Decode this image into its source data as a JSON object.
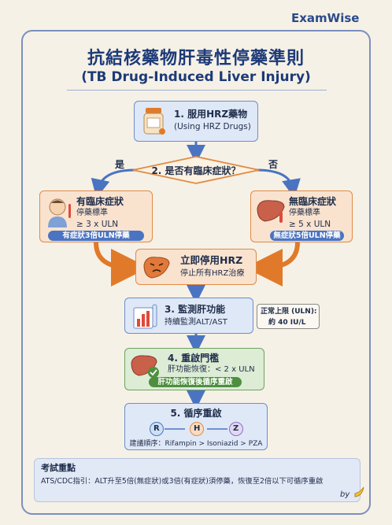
{
  "brand": "ExamWise",
  "title": {
    "zh": "抗結核藥物肝毒性停藥準則",
    "en": "(TB Drug-Induced Liver Injury)"
  },
  "step1": {
    "title": "1. 服用HRZ藥物",
    "subtitle": "(Using HRZ Drugs)"
  },
  "decision": {
    "label": "2. 是否有臨床症狀？",
    "yes": "是",
    "no": "否"
  },
  "symptomatic": {
    "title": "有臨床症狀",
    "line1": "停藥標準",
    "line2": "≥ 3 x ULN",
    "pill": "有症狀3倍ULN停藥"
  },
  "asymptomatic": {
    "title": "無臨床症狀",
    "line1": "停藥標準",
    "line2": "≥ 5 x ULN",
    "pill": "無症狀5倍ULN停藥"
  },
  "stop": {
    "title": "立即停用HRZ",
    "subtitle": "停止所有HRZ治療"
  },
  "step3": {
    "title": "3. 監測肝功能",
    "subtitle": "持續監測ALT/AST",
    "uln_line1": "正常上限 (ULN):",
    "uln_line2": "約 40 IU/L"
  },
  "step4": {
    "title": "4. 重啟門檻",
    "subtitle": "肝功能恢復：< 2 x ULN",
    "pill": "肝功能恢復後循序重啟"
  },
  "step5": {
    "title": "5. 循序重啟",
    "drugs": [
      "R",
      "H",
      "Z"
    ],
    "order": "建議順序：Rifampin > Isoniazid > PZA"
  },
  "note": {
    "title": "考試重點",
    "text": "ATS/CDC指引：ALT升至5倍(無症狀)或3倍(有症狀)須停藥，恢復至2倍以下可循序重啟"
  },
  "byline": "by",
  "colors": {
    "blue": "#4a74c2",
    "orange": "#e08a46",
    "green": "#4e8f3f",
    "navy": "#1d3a78"
  },
  "icons": [
    "pill-bottle-icon",
    "sick-person-icon",
    "liver-icon",
    "angry-liver-icon",
    "lab-chart-icon",
    "liver-check-icon",
    "banana-icon"
  ]
}
